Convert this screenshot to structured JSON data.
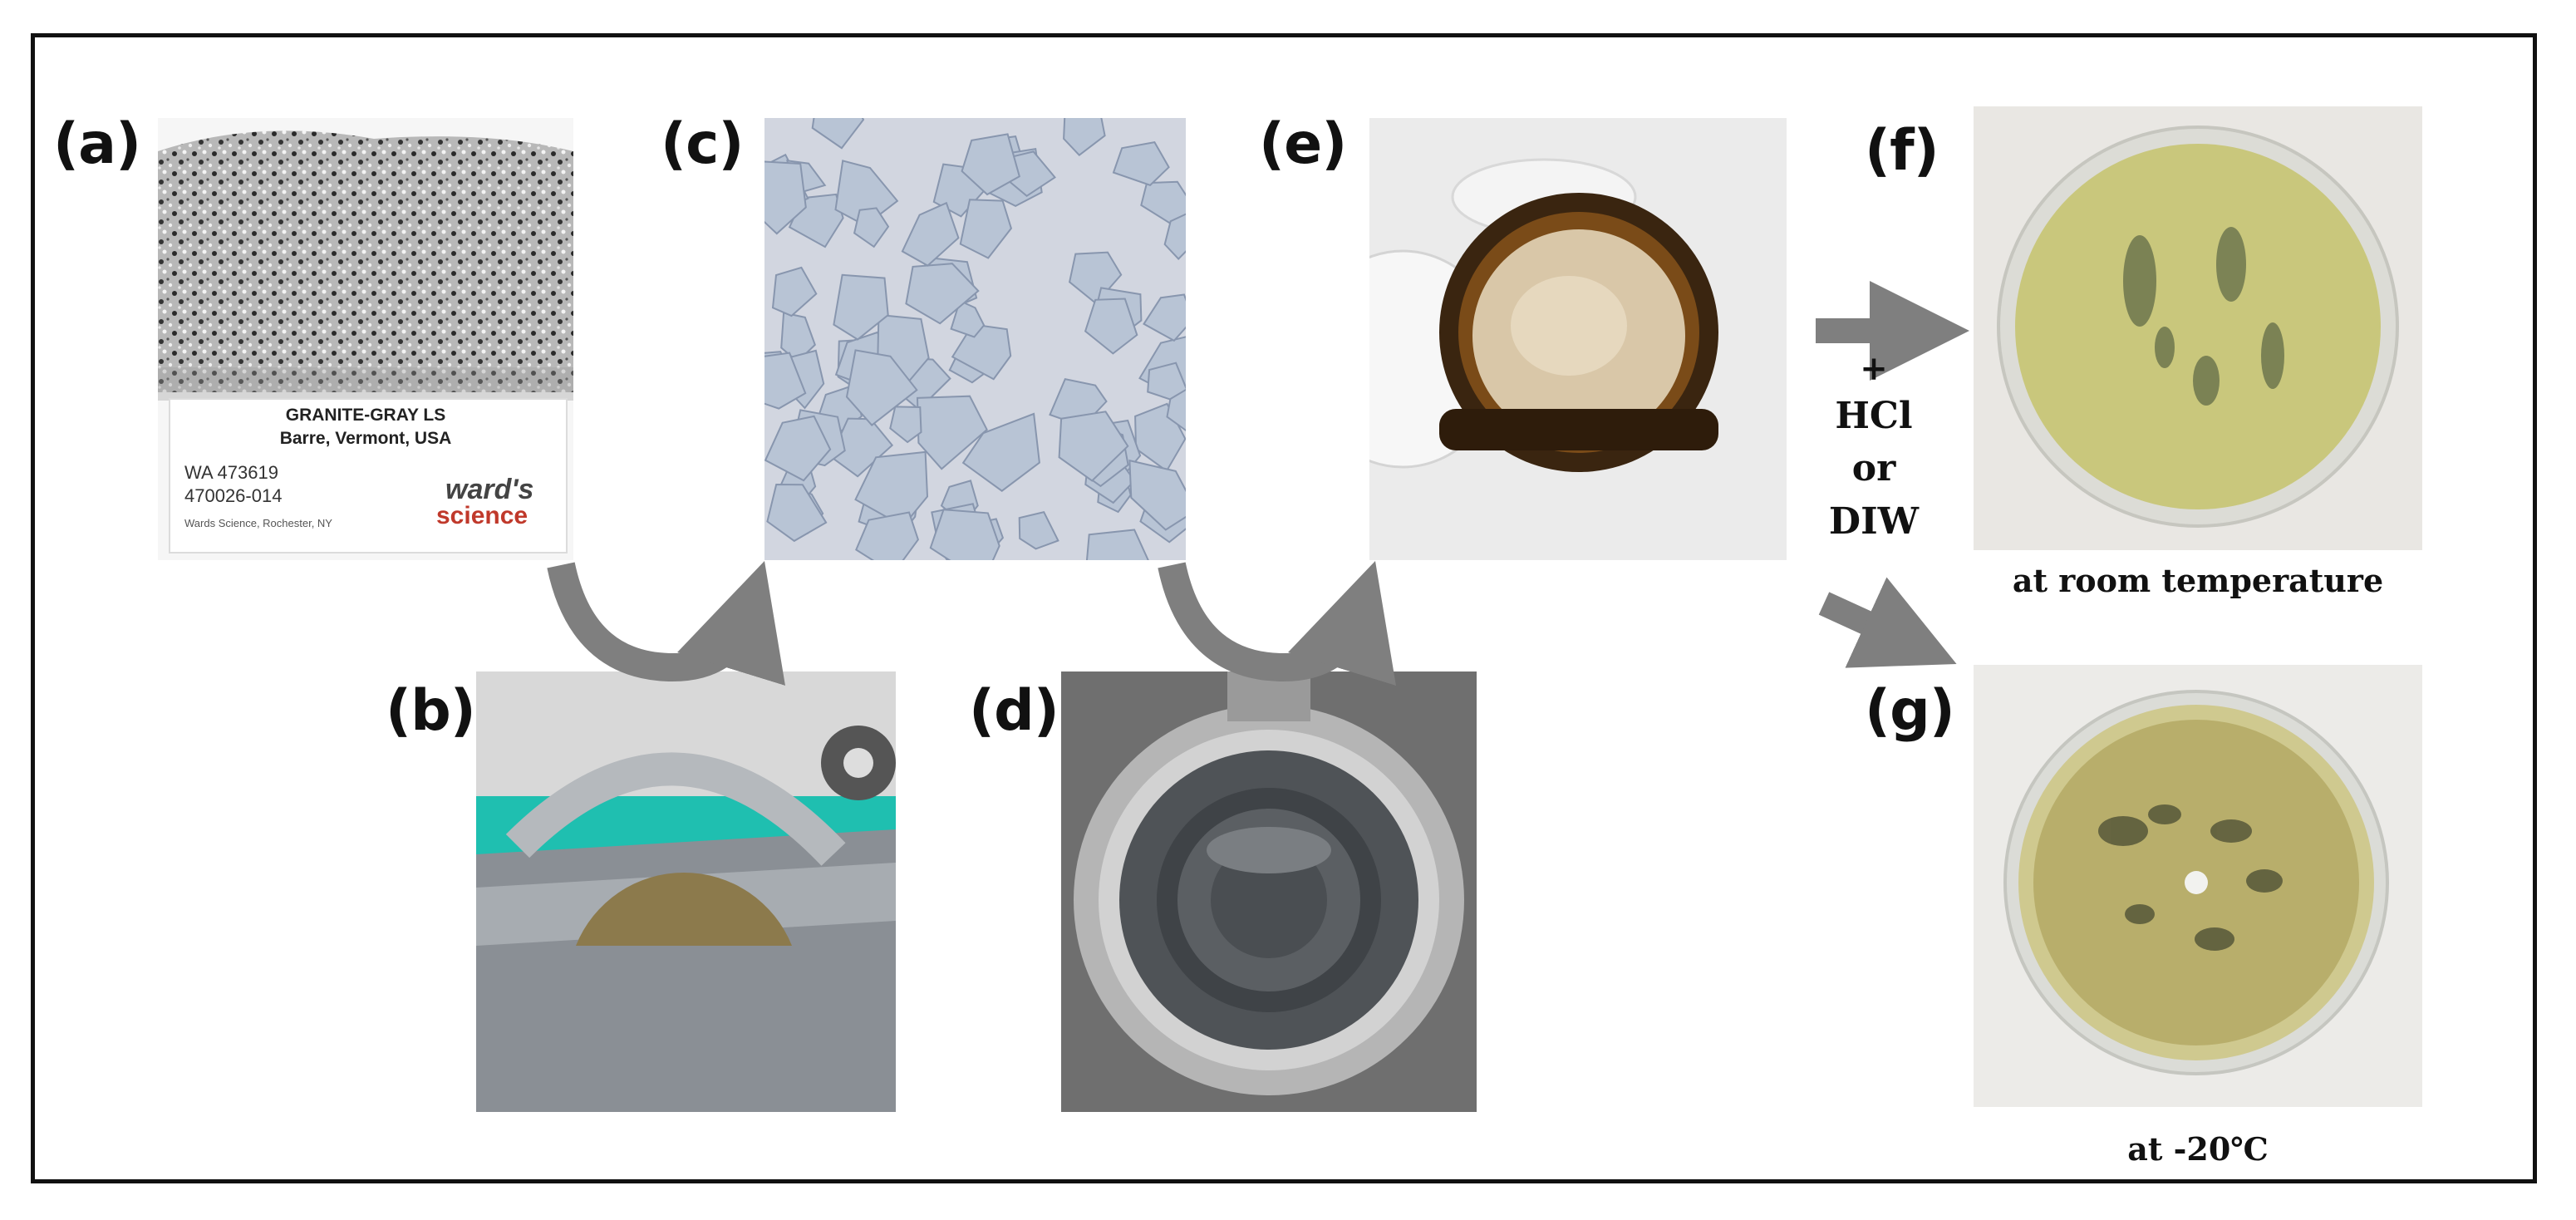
{
  "panels": {
    "a": {
      "label": "(a)",
      "specimen_card": {
        "name": "GRANITE-GRAY LS",
        "locality": "Barre, Vermont, USA",
        "code1": "WA 473619",
        "code2": "470026-014",
        "maker": "Wards Science, Rochester, NY",
        "brand_top": "ward's",
        "brand_bottom": "science"
      }
    },
    "b": {
      "label": "(b)"
    },
    "c": {
      "label": "(c)"
    },
    "d": {
      "label": "(d)"
    },
    "e": {
      "label": "(e)"
    },
    "f": {
      "label": "(f)",
      "caption": "at room temperature"
    },
    "g": {
      "label": "(g)",
      "caption": "at -20℃"
    }
  },
  "treatment": {
    "plus": "+",
    "line1": "HCl",
    "line2": "or",
    "line3": "DIW"
  },
  "colors": {
    "arrow": "#7f7f7f",
    "frame": "#111111",
    "culture_green": "#c9c77c",
    "powder": "#d9c7a8"
  }
}
